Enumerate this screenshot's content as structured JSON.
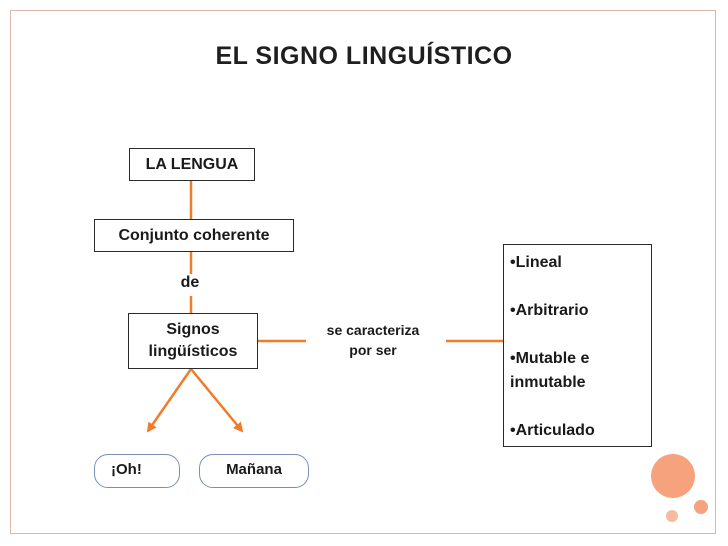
{
  "slide": {
    "title": "EL SIGNO LINGUÍSTICO",
    "accent_color": "#f07c2a",
    "decor_color": "#f5a27d"
  },
  "diagram": {
    "root": "LA  LENGUA",
    "definition": "Conjunto coherente",
    "connector_de": "de",
    "signos_line1": "Signos",
    "signos_line2": "lingüísticos",
    "relation_line1": "se caracteriza",
    "relation_line2": "por  ser",
    "properties": {
      "p1": "•Lineal",
      "p2": "•Arbitrario",
      "p3a": "•Mutable e",
      "p3b": "inmutable",
      "p4": "•Articulado"
    },
    "examples": {
      "e1": "¡Oh!",
      "e2": "Mañana"
    }
  }
}
